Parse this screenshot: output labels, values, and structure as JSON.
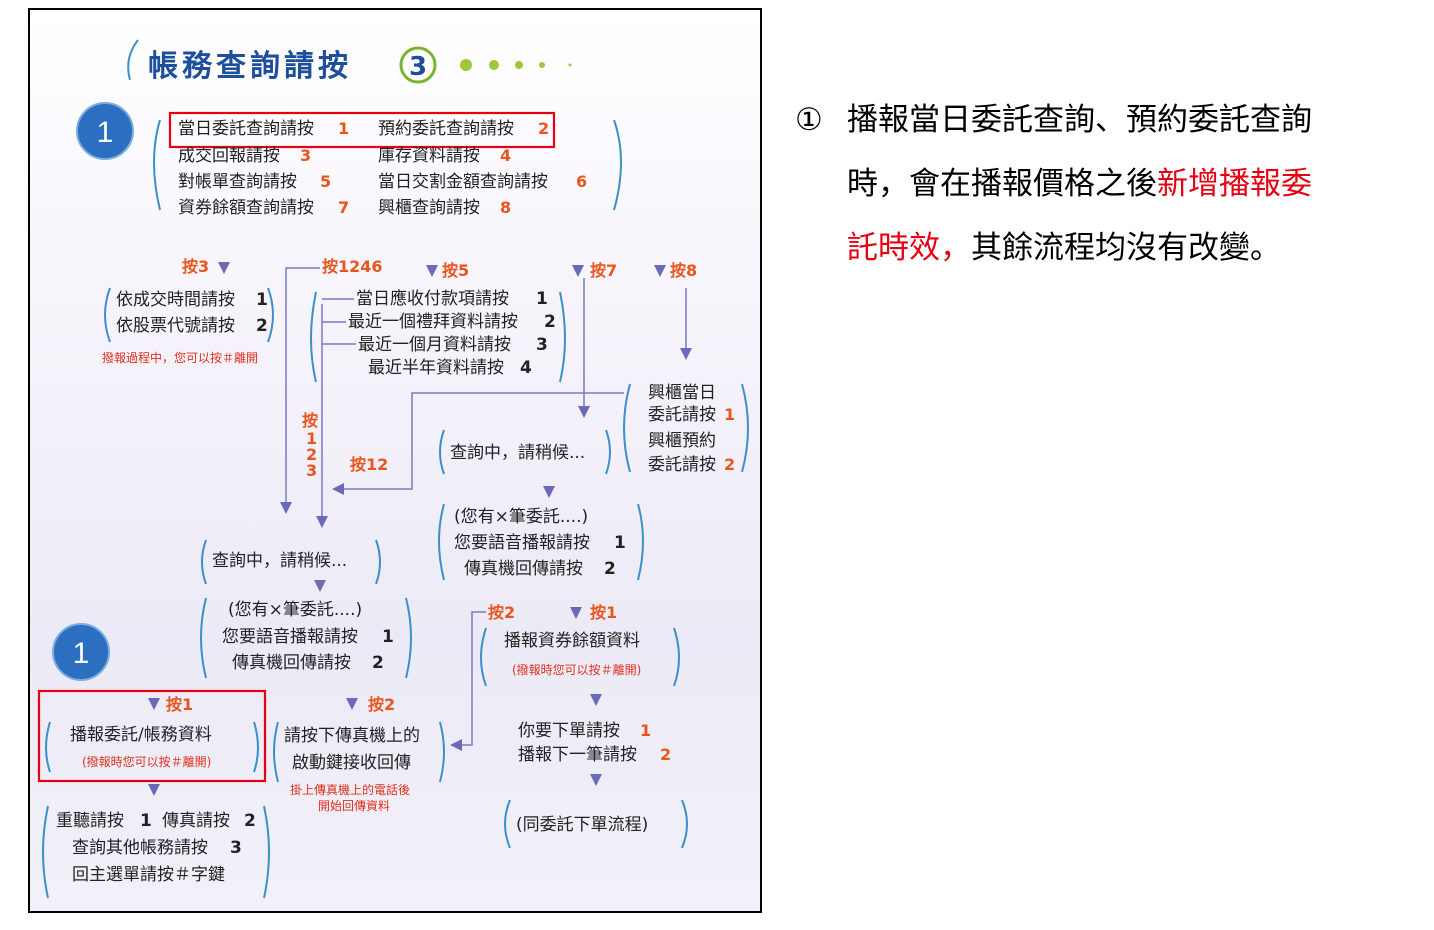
{
  "diagram": {
    "title": "帳務查詢請按",
    "title_number": "3",
    "badge_label": "1",
    "top_menu": [
      {
        "label": "當日委託查詢請按",
        "key": "1"
      },
      {
        "label": "預約委託查詢請按",
        "key": "2"
      },
      {
        "label": "成交回報請按",
        "key": "3"
      },
      {
        "label": "庫存資料請按",
        "key": "4"
      },
      {
        "label": "對帳單查詢請按",
        "key": "5"
      },
      {
        "label": "當日交割金額查詢請按",
        "key": "6"
      },
      {
        "label": "資券餘額查詢請按",
        "key": "7"
      },
      {
        "label": "興櫃查詢請按",
        "key": "8"
      }
    ],
    "press3": "按3",
    "press1246": "按1246",
    "press5": "按5",
    "press7": "按7",
    "press8": "按8",
    "press12": "按12",
    "press123_chars": [
      "按",
      "1",
      "2",
      "3"
    ],
    "trade_options": [
      {
        "label": "依成交時間請按",
        "key": "1"
      },
      {
        "label": "依股票代號請按",
        "key": "2"
      }
    ],
    "trade_note": "撥報過程中，您可以按＃離開",
    "statement_options": [
      {
        "label": "當日應收付款項請按",
        "key": "1"
      },
      {
        "label": "最近一個禮拜資料請按",
        "key": "2"
      },
      {
        "label": "最近一個月資料請按",
        "key": "3"
      },
      {
        "label": "最近半年資料請按",
        "key": "4"
      }
    ],
    "emerging_options": [
      {
        "line1": "興櫃當日",
        "line2": "委託請按",
        "key": "1"
      },
      {
        "line1": "興櫃預約",
        "line2": "委託請按",
        "key": "2"
      }
    ],
    "querying_right": "查詢中，請稍候...",
    "querying_left": "查詢中，請稍候...",
    "you_have_right": "(您有×筆委託....)",
    "voice_right": "您要語音播報請按",
    "fax_right": "傳真機回傳請按",
    "you_have_left": "(您有×筆委託....)",
    "voice_left": "您要語音播報請按",
    "fax_left": "傳真機回傳請按",
    "press1": "按1",
    "press2": "按2",
    "broadcast": "播報委託/帳務資料",
    "broadcast_note": "(撥報時您可以按＃離開)",
    "fax_start_line1": "請按下傳真機上的",
    "fax_start_line2": "啟動鍵接收回傳",
    "fax_note_line1": "掛上傳真機上的電話後",
    "fax_note_line2": "開始回傳資料",
    "replay_line": "重聽請按",
    "fax_line": "傳真請按",
    "other_line": "查詢其他帳務請按",
    "main_menu_line": "回主選單請按＃字鍵",
    "margin_press2": "按2",
    "margin_press1": "按1",
    "margin_broadcast": "播報資券餘額資料",
    "margin_note": "(撥報時您可以按＃離開)",
    "order_line": "你要下單請按",
    "next_line": "播報下一筆請按",
    "same_flow": "(同委託下單流程)"
  },
  "note": {
    "number": "①",
    "line1": "播報當日委託查詢、預約委託查詢",
    "line2_prefix": "時，會在播報價格之後",
    "line2_red": "新增播報委",
    "line3_red": "託時效，",
    "line3_suffix": "其餘流程均沒有改變。"
  },
  "colors": {
    "highlight_red": "#e60012",
    "key_orange": "#e8551e",
    "bracket_blue": "#3a90c9",
    "title_blue": "#1d4f9c"
  }
}
